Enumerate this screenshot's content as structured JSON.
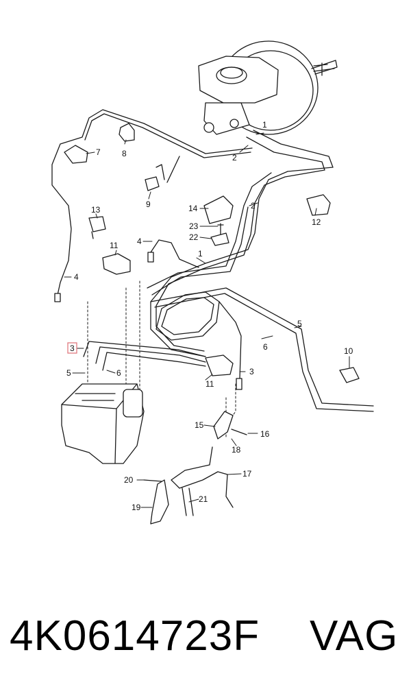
{
  "labels": {
    "booster_1": "1",
    "pipe_2_top": "2",
    "pipe_2_mid": "2",
    "hose_4_left": "4",
    "clip_7": "7",
    "holder_8": "8",
    "sensor_9": "9",
    "clip_13": "13",
    "bracket_14": "14",
    "bolt_23": "23",
    "clip_22": "22",
    "clip_12": "12",
    "hose_4_mid": "4",
    "holder_11_top": "11",
    "pipe_1": "1",
    "pipe_5_right": "5",
    "pipe_6_right": "6",
    "pipe_3_left": "3",
    "pipe_5_left": "5",
    "pipe_6_left": "6",
    "holder_11_bottom": "11",
    "hose_3_right": "3",
    "clip_10": "10",
    "bracket_15": "15",
    "bolt_16": "16",
    "nut_18": "18",
    "hose_17": "17",
    "bolt_20": "20",
    "bracket_19": "19",
    "clip_21": "21"
  },
  "footer": {
    "part_number": "4K0614723F",
    "brand": "VAG"
  },
  "colors": {
    "line": "#1a1a1a",
    "highlight": "#e0797f"
  }
}
